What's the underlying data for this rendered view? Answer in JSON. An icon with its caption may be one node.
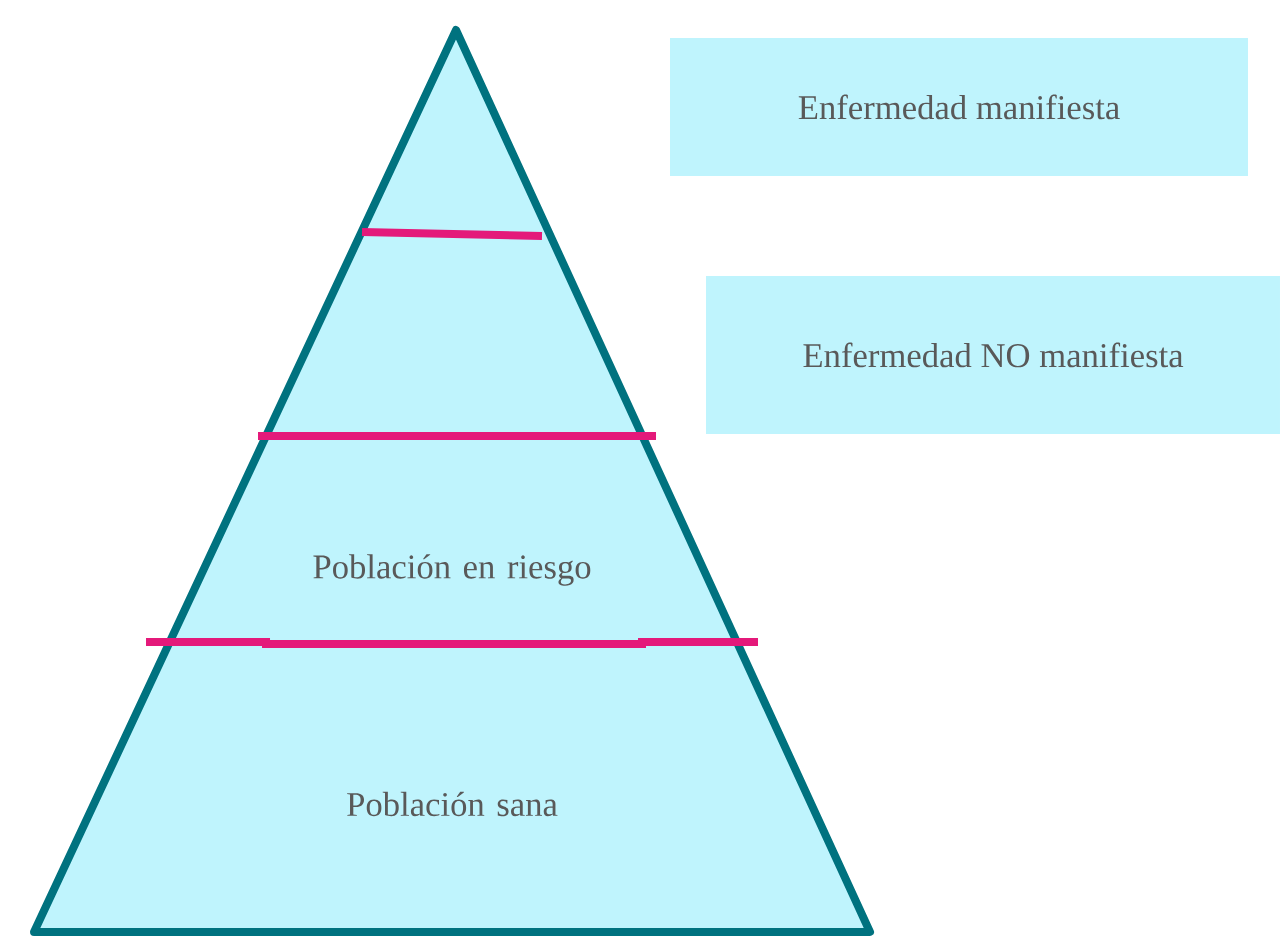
{
  "diagram": {
    "nodes": [
      {
        "text": [
          "Población en riesgo",
          "Población sana"
        ]
      },
      {
        "text": [
          "Enfermedad manifiesta"
        ]
      },
      {
        "text": [
          "Enfermedad NO manifiesta"
        ]
      }
    ]
  }
}
